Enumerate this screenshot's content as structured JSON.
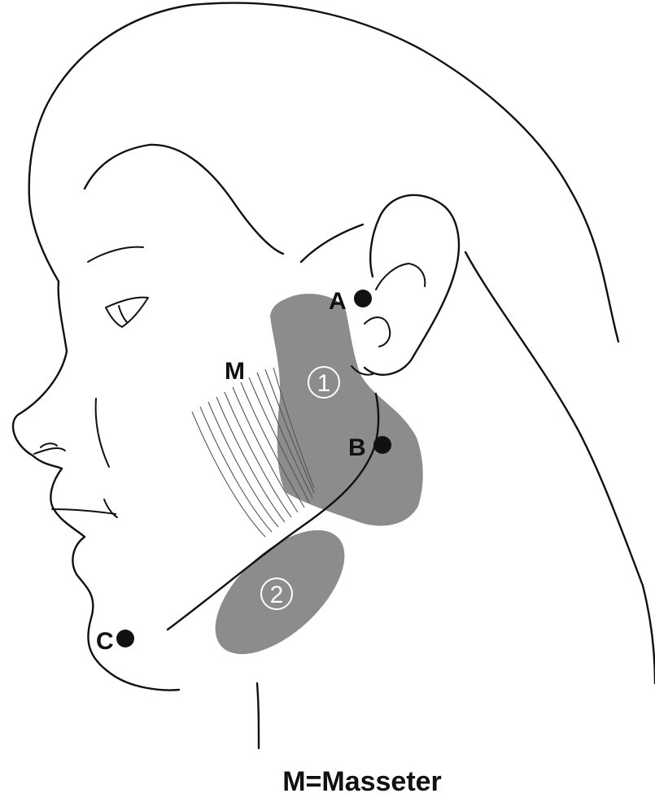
{
  "diagram": {
    "muscle_label": "M",
    "points": [
      {
        "id": "A",
        "label": "A"
      },
      {
        "id": "B",
        "label": "B"
      },
      {
        "id": "C",
        "label": "C"
      }
    ],
    "regions": [
      {
        "id": "region-1",
        "label": "1",
        "color": "#8c8c8c"
      },
      {
        "id": "region-2",
        "label": "2",
        "color": "#8c8c8c"
      }
    ],
    "caption": "M=Masseter"
  }
}
